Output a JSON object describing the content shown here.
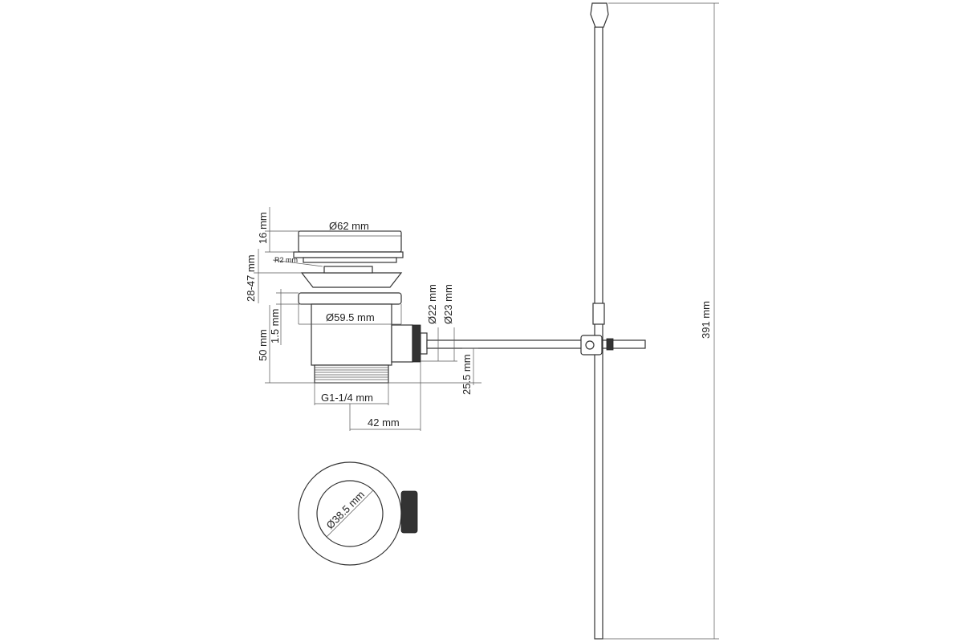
{
  "dimensions": {
    "cap_diameter": "Ø62 mm",
    "cap_height": "16 mm",
    "radius": "R2 mm",
    "adjust_range": "28-47 mm",
    "flange_diameter": "Ø59.5 mm",
    "flange_thickness": "1.5 mm",
    "body_height": "50 mm",
    "rod_diameter_inner": "Ø22 mm",
    "rod_diameter_outer": "Ø23 mm",
    "thread": "G1-1/4 mm",
    "offset": "42 mm",
    "rod_offset": "25.5 mm",
    "total_height": "391 mm",
    "inner_diameter": "Ø38.5 mm"
  },
  "colors": {
    "line": "#333333",
    "background": "#ffffff"
  }
}
